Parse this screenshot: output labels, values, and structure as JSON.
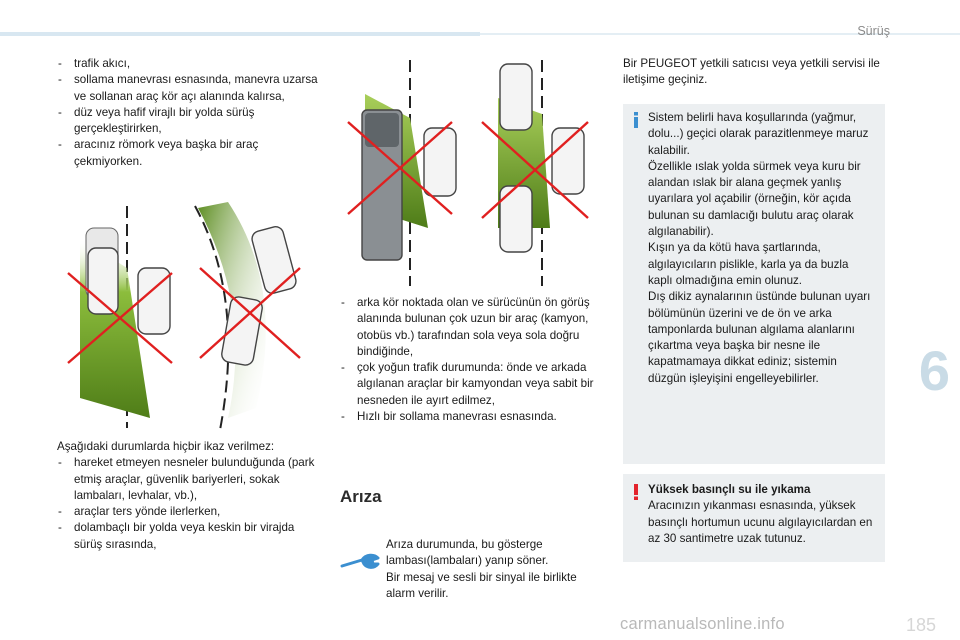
{
  "header": {
    "section_title": "Sürüş"
  },
  "chapter_tab": {
    "number": "6",
    "color": "#c9dbe6"
  },
  "left_column": {
    "intro_items": [
      "trafik akıcı,",
      "sollama manevrası esnasında, manevra uzarsa ve sollanan araç kör açı alanında kalırsa,",
      "düz veya hafif virajlı bir yolda sürüş gerçekleştirirken,",
      "aracınız römork veya başka bir araç çekmiyorken."
    ],
    "no_alert_intro": "Aşağıdaki durumlarda hiçbir ikaz verilmez:",
    "no_alert_items": [
      "hareket etmeyen nesneler bulunduğunda (park etmiş araçlar, güvenlik bariyerleri, sokak lambaları, levhalar, vb.),",
      "araçlar ters yönde ilerlerken,",
      "dolambaçlı bir yolda veya keskin bir virajda sürüş sırasında,"
    ]
  },
  "middle_column": {
    "items": [
      "arka kör noktada olan ve sürücünün ön görüş alanında bulunan çok uzun bir araç (kamyon, otobüs vb.) tarafından sola veya sola doğru bindiğinde,",
      "çok yoğun trafik durumunda: önde ve arkada algılanan araçlar bir kamyondan veya sabit bir nesneden ile ayırt edilmez,",
      "Hızlı bir sollama manevrası esnasında."
    ],
    "fault_heading": "Arıza",
    "fault_text_1": "Arıza durumunda, bu gösterge lambası(lambaları) yanıp söner.",
    "fault_text_2": "Bir mesaj ve sesli bir sinyal ile birlikte alarm verilir."
  },
  "right_column": {
    "dealer_text": "Bir PEUGEOT yetkili satıcısı veya yetkili servisi ile iletişime geçiniz.",
    "info_icon": "info-icon",
    "info_paragraphs": [
      "Sistem belirli hava koşullarında (yağmur, dolu...) geçici olarak parazitlenmeye maruz kalabilir.",
      "Özellikle ıslak yolda sürmek veya kuru bir alandan ıslak bir alana geçmek yanlış uyarılara yol açabilir (örneğin, kör açıda bulunan su damlacığı bulutu araç olarak algılanabilir).",
      "Kışın ya da kötü hava şartlarında, algılayıcıların pislikle, karla ya da buzla kaplı olmadığına emin olunuz.",
      "Dış dikiz aynalarının üstünde bulunan uyarı bölümünün üzerini ve de ön ve arka tamponlarda bulunan algılama alanlarını çıkartma veya başka bir nesne ile kapatmamaya dikkat ediniz; sistemin düzgün işleyişini engelleyebilirler."
    ],
    "warning_icon": "exclamation-icon",
    "warning_title": "Yüksek basınçlı su ile yıkama",
    "warning_text": "Aracınızın yıkanması esnasında, yüksek basınçlı hortumun ucunu algılayıcılardan en az 30 santimetre uzak tutunuz."
  },
  "footer": {
    "page_number": "185",
    "watermark": "carmanualsonline.info"
  },
  "colors": {
    "accent_blue": "#3b8fd0",
    "warning_red": "#e3232c",
    "detection_green": "#6fa628",
    "cross_red": "#e02020"
  }
}
